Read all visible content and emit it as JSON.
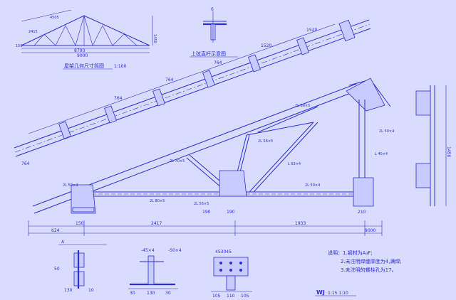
{
  "colors": {
    "background": "#d9dcff",
    "ink": "#2a2fd6"
  },
  "mini_truss": {
    "title": "屋架几何尺寸简图",
    "scale": "1:100",
    "dims": [
      "4505",
      "2415",
      "8700",
      "9000",
      "1450",
      "150"
    ]
  },
  "section_top": {
    "title": "上弦直杆示意图",
    "dim_top": "6"
  },
  "main_truss": {
    "dims_top_chord": [
      "764",
      "764",
      "764",
      "1520",
      "1520",
      "764"
    ],
    "dims_bottom": [
      "624",
      "150",
      "2417",
      "1933",
      "9000"
    ],
    "member_labels": [
      "2L 50×4",
      "2L 80×5",
      "2L 56×5",
      "L 63×4",
      "2L 50×4",
      "2L 80×5",
      "2L 56×5",
      "2L 50×4",
      "L 40×4",
      "2L 70×5"
    ],
    "bottom_dims": [
      "190",
      "190",
      "210",
      "1450"
    ]
  },
  "details": {
    "left_section": {
      "label_a": "A",
      "dims": [
        "130",
        "10",
        "50"
      ]
    },
    "mid_section": {
      "labels": [
        "-45×4",
        "-50×4",
        "30",
        "130",
        "30"
      ]
    },
    "bolt_plate": {
      "labels": [
        "453045",
        "105",
        "110",
        "105"
      ]
    }
  },
  "notes": {
    "lines": [
      "说明：1.钢材为A₃F;",
      "2.未注明焊缝厚度为4,满焊;",
      "3.未注明的螺栓孔为17。"
    ]
  },
  "drawing_id": {
    "code": "WJ",
    "scale": "1:15 1:10"
  }
}
